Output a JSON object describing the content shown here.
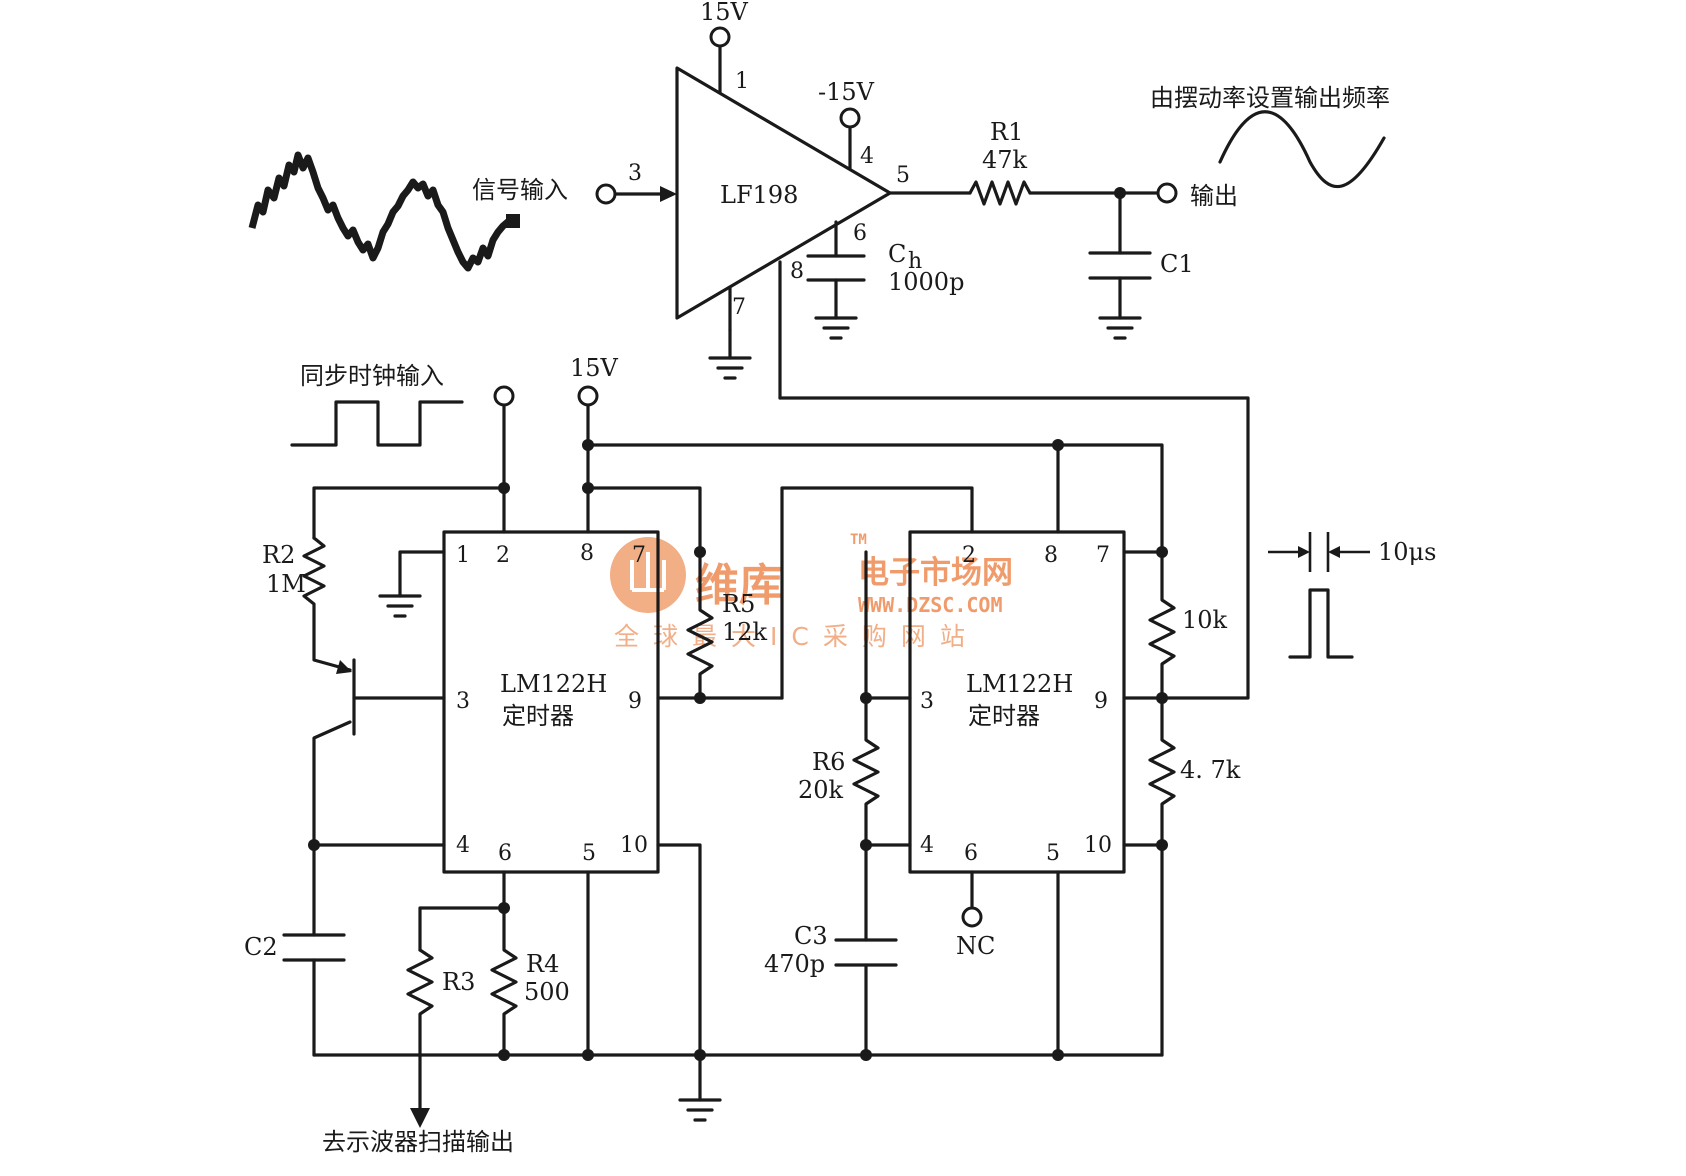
{
  "amp": {
    "name": "LF198",
    "supply_pos": "15V",
    "supply_neg": "-15V",
    "pin1": "1",
    "pin3": "3",
    "pin4": "4",
    "pin5": "5",
    "pin6": "6",
    "pin7": "7",
    "pin8": "8"
  },
  "signal_input_label": "信号输入",
  "output_label": "输出",
  "output_note": "由摆动率设置输出频率",
  "r1": {
    "name": "R1",
    "value": "47k"
  },
  "c1": {
    "name": "C1"
  },
  "ch": {
    "name": "C",
    "sub": "h",
    "value": "1000p"
  },
  "sync_clock_label": "同步时钟输入",
  "supply_15v": "15V",
  "timer_left": {
    "line1": "LM122H",
    "line2": "定时器",
    "pins": [
      "1",
      "2",
      "8",
      "7",
      "3",
      "9",
      "4",
      "6",
      "5",
      "10"
    ]
  },
  "timer_right": {
    "line1": "LM122H",
    "line2": "定时器",
    "pins": [
      "2",
      "8",
      "7",
      "3",
      "9",
      "4",
      "6",
      "5",
      "10"
    ]
  },
  "r2": {
    "name": "R2",
    "value": "1M"
  },
  "r3": {
    "name": "R3"
  },
  "r4": {
    "name": "R4",
    "value": "500"
  },
  "r5": {
    "name": "R5",
    "value": "12k"
  },
  "r6": {
    "name": "R6",
    "value": "20k"
  },
  "r_10k": "10k",
  "r_4_7k": "4. 7k",
  "c2": {
    "name": "C2"
  },
  "c3": {
    "name": "C3",
    "value": "470p"
  },
  "nc_label": "NC",
  "pulse_width": "10μs",
  "scope_output_label": "去示波器扫描输出",
  "watermark": {
    "brand": "维库",
    "tm": "TM",
    "site_cn": "电子市场网",
    "url": "WWW.DZSC.COM",
    "slogan": "全球最大IC采购网站"
  }
}
